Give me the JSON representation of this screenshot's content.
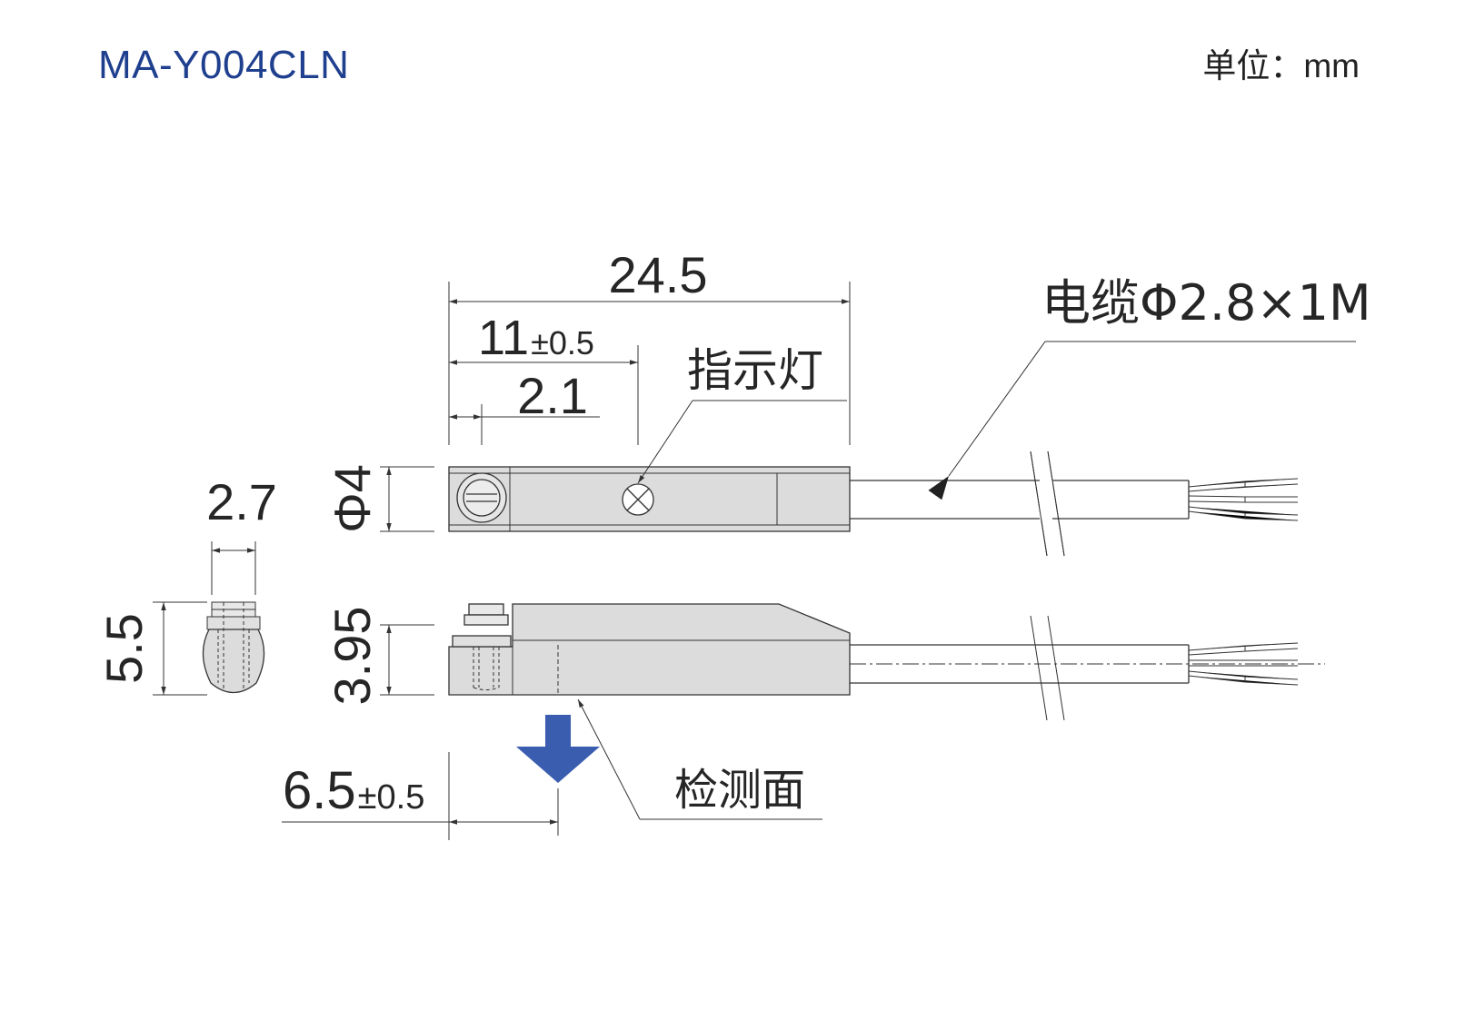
{
  "header": {
    "model": "MA-Y004CLN",
    "unit": "单位：mm"
  },
  "dimensions": {
    "overall_length": "24.5",
    "indicator_pos": "11",
    "indicator_tol": "±0.5",
    "screw_offset": "2.1",
    "width_side": "2.7",
    "height_side": "5.5",
    "diameter": "Φ4",
    "body_height": "3.95",
    "sense_pos": "6.5",
    "sense_tol": "±0.5"
  },
  "labels": {
    "cable": "电缆Φ2.8×1M",
    "indicator": "指示灯",
    "sensing_face": "检测面"
  },
  "colors": {
    "title": "#1f3f8f",
    "arrow": "#3a5db0",
    "body_fill": "#dcdcdc",
    "line": "#333333"
  }
}
